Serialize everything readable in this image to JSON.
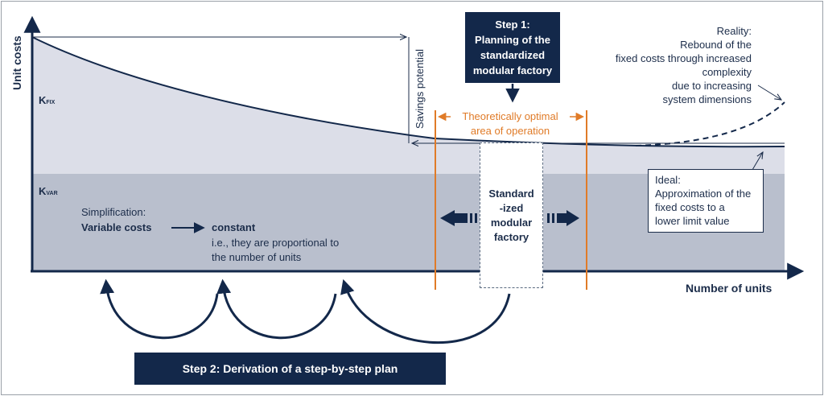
{
  "axes": {
    "y_label": "Unit costs",
    "x_label": "Number of units"
  },
  "regions": {
    "fixed_label": "K",
    "fixed_sub": "FIX",
    "variable_label": "K",
    "variable_sub": "VAR"
  },
  "simplification": {
    "line1": "Simplification:",
    "line2_bold": "Variable costs",
    "arrow_target": "constant",
    "line3": "i.e., they are proportional to",
    "line4": "the number of units"
  },
  "savings": {
    "label": "Savings potential"
  },
  "step1": {
    "line1": "Step 1:",
    "line2": "Planning of the",
    "line3": "standardized",
    "line4": "modular factory"
  },
  "optimal": {
    "line1": "Theoretically optimal",
    "line2": "area of operation"
  },
  "factory": {
    "line1": "Standard",
    "line2": "-ized",
    "line3": "modular",
    "line4": "factory"
  },
  "reality": {
    "line1": "Reality:",
    "line2": "Rebound of the",
    "line3": "fixed costs through increased",
    "line4": "complexity",
    "line5": "due to increasing",
    "line6": "system dimensions"
  },
  "ideal": {
    "line1": "Ideal:",
    "line2": "Approximation of the",
    "line3": "fixed costs to a",
    "line4": "lower limit value"
  },
  "step2": {
    "label": "Step 2: Derivation of a step-by-step plan"
  },
  "colors": {
    "navy": "#13284a",
    "orange": "#e07b28",
    "fixed_fill": "#dcdee8",
    "variable_fill": "#b9bfcd"
  }
}
